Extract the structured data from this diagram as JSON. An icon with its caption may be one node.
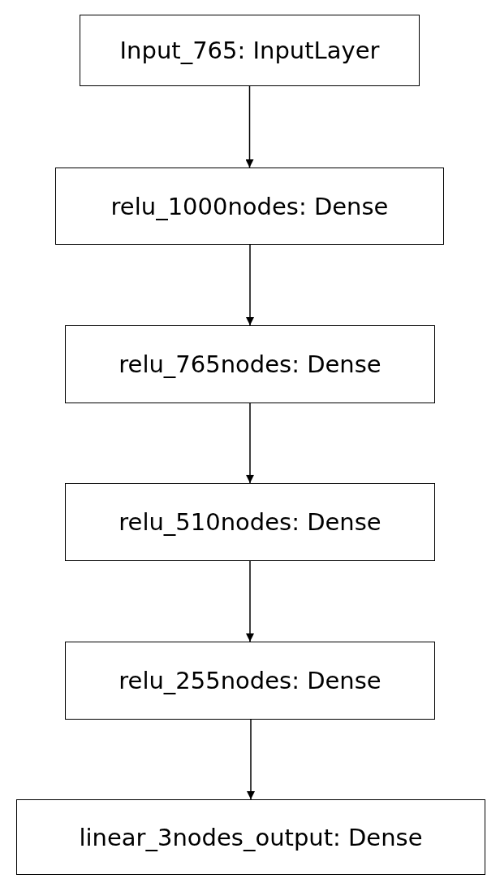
{
  "diagram": {
    "nodes": [
      {
        "text": [
          "Input_765: InputLayer"
        ]
      },
      {
        "text": [
          "relu_1000nodes: Dense"
        ]
      },
      {
        "text": [
          "relu_765nodes: Dense"
        ]
      },
      {
        "text": [
          "relu_510nodes: Dense"
        ]
      },
      {
        "text": [
          "relu_255nodes: Dense"
        ]
      },
      {
        "text": [
          "linear_3nodes_output: Dense"
        ]
      }
    ],
    "edges": [
      {
        "from": 0,
        "to": 1,
        "arrow": "to"
      },
      {
        "from": 1,
        "to": 2,
        "arrow": "to"
      },
      {
        "from": 2,
        "to": 3,
        "arrow": "to"
      },
      {
        "from": 3,
        "to": 4,
        "arrow": "to"
      },
      {
        "from": 4,
        "to": 5,
        "arrow": "to"
      }
    ]
  }
}
